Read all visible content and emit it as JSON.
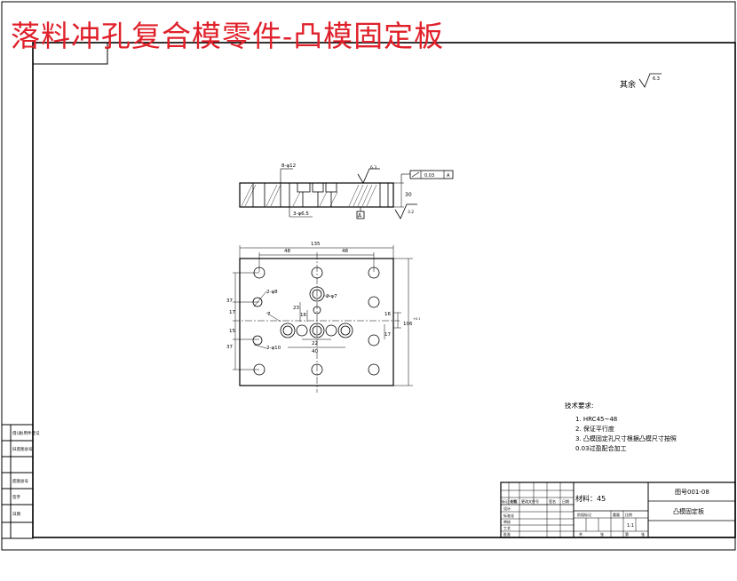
{
  "title": "落料冲孔复合模零件-凸模固定板",
  "roughness_note": "其余",
  "roughness_main": "6.3",
  "section_view": {
    "hole_label": "8-φ12",
    "depth_label": "3-φ6.5",
    "roughness_top": "6.3",
    "roughness_side": "3.2",
    "tolerance": "0.03",
    "datum": "A",
    "thickness": "30"
  },
  "plan_view": {
    "width_total": "135",
    "half_left": "48",
    "half_right": "48",
    "hole_2phi8": "2-φ8",
    "hole_2phi7": "2-φ7",
    "hole_2phi10": "2-φ10",
    "dims_left": [
      "37",
      "17",
      "15",
      "37"
    ],
    "dims_inner": [
      "23",
      "16",
      "7"
    ],
    "dims_right": [
      "16",
      "17"
    ],
    "height_total": "106",
    "height_sup": "+0.1",
    "center_dim": "22",
    "bottom_dim": "40"
  },
  "tech_requirements": {
    "heading": "技术要求:",
    "items": [
      "1.  HRC45~48",
      "2.  保证平行度",
      "3.  凸模固定孔尺寸根据凸模尺寸按照",
      "0.03过盈配合加工"
    ]
  },
  "left_strip": [
    "借(通)用件登记",
    "旧底图总号",
    "底图总号",
    "签字",
    "日期"
  ],
  "title_block": {
    "drawing_no": "图号001-08",
    "part_name": "凸模固定板",
    "material": "材料：45",
    "scale": "1:1",
    "row_labels": [
      "标记 处数",
      "分区",
      "更改文件号",
      "签名",
      "日期"
    ],
    "roles": [
      "设计",
      "标准化",
      "审核",
      "工艺",
      "批准"
    ],
    "stage_labels": [
      "阶段标记",
      "重量",
      "比例"
    ],
    "sheet_labels": [
      "共",
      "张",
      "第",
      "张"
    ]
  },
  "colors": {
    "title": "#e0202a",
    "line": "#000000"
  }
}
